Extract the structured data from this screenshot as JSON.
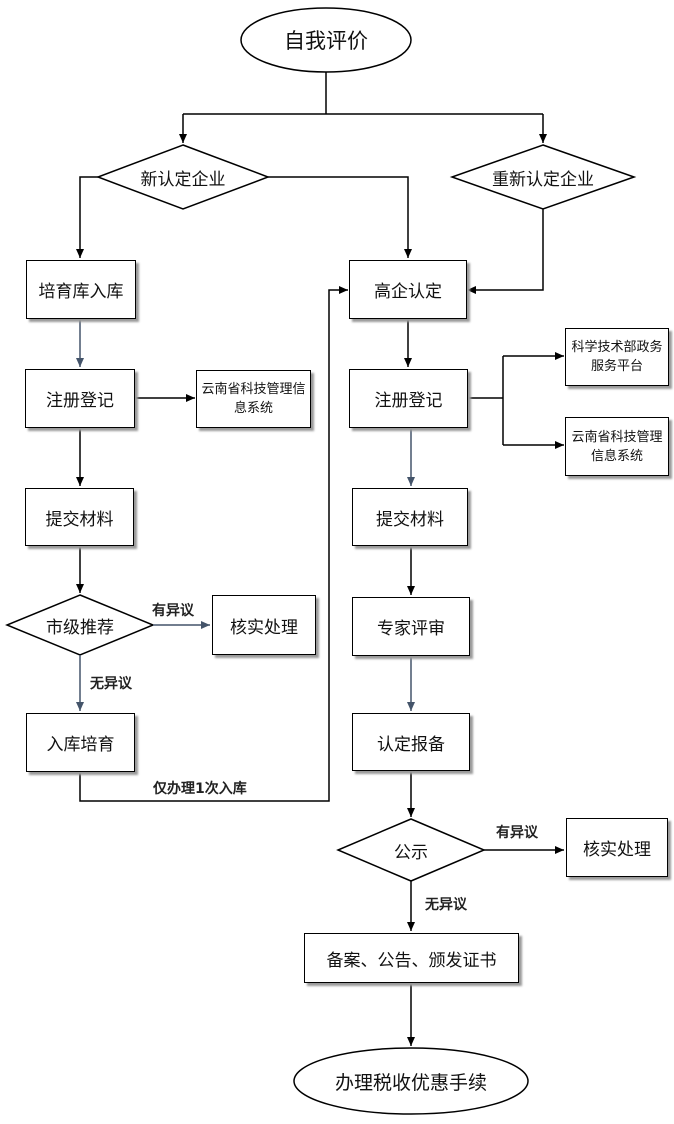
{
  "nodes": {
    "self_eval": "自我评价",
    "new_enterprise": "新认定企业",
    "re_enterprise": "重新认定企业",
    "cultivation_entry": "培育库入库",
    "hte_certification": "高企认定",
    "left_register": "注册登记",
    "left_system": "云南省科技管理信息系统",
    "right_register": "注册登记",
    "most_platform": "科学技术部政务服务平台",
    "right_system": "云南省科技管理信息系统",
    "left_submit": "提交材料",
    "right_submit": "提交材料",
    "city_recommend": "市级推荐",
    "left_verify": "核实处理",
    "expert_review": "专家评审",
    "cultivation": "入库培育",
    "filing": "认定报备",
    "publicity": "公示",
    "right_verify": "核实处理",
    "certificate": "备案、公告、颁发证书",
    "tax": "办理税收优惠手续"
  },
  "edge_labels": {
    "left_objection": "有异议",
    "left_no_objection": "无异议",
    "once_only": "仅办理1次入库",
    "right_objection": "有异议",
    "right_no_objection": "无异议"
  },
  "colors": {
    "line": "#000000",
    "blue_arrow": "#44546a",
    "shadow": "#9a9a9a"
  }
}
